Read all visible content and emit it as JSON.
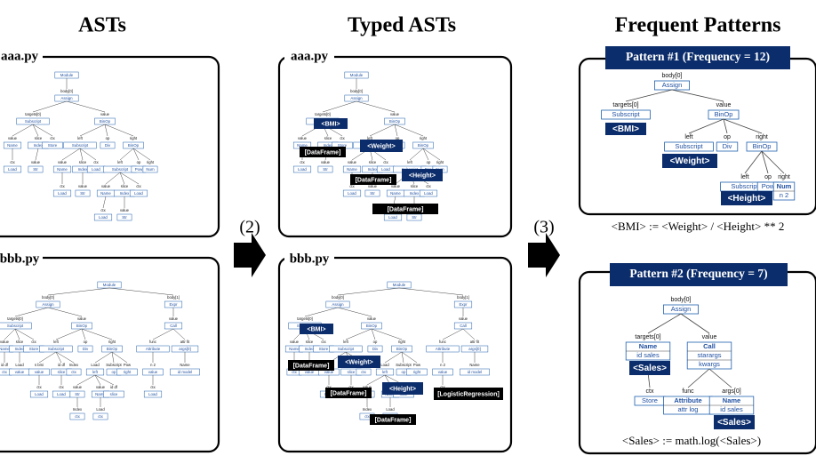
{
  "column_titles": [
    "ASTs",
    "Typed ASTs",
    "Frequent Patterns"
  ],
  "step_labels": [
    "(2)",
    "(3)"
  ],
  "files": [
    "aaa.py",
    "bbb.py"
  ],
  "typed_labels": {
    "aaa": [
      "<BMI>",
      "[DataFrame]",
      "<Weight>",
      "[DataFrame]",
      "<Height>",
      "[DataFrame]"
    ],
    "bbb": [
      "<BMI>",
      "[DataFrame]",
      "<Weight>",
      "[DataFrame]",
      "<Height>",
      "[LogisticRegression]",
      "[DataFrame]"
    ]
  },
  "ast_aaa": [
    "Module",
    "body[0]",
    "Assign",
    "targets[0]",
    "Subscript",
    "value",
    "BinOp",
    "value",
    "Name",
    "id df",
    "slice",
    "Index",
    "ctx",
    "Store",
    "left",
    "Subscript",
    "op",
    "Div",
    "right",
    "BinOp",
    "ctx",
    "Load",
    "value",
    "Str",
    "s 'bmi_BMI'",
    "value",
    "Name",
    "id df",
    "slice",
    "Index",
    "ctx",
    "Load",
    "left",
    "Subscript",
    "op",
    "Pow",
    "right",
    "Num",
    "n 2",
    "ctx",
    "Load",
    "value",
    "Str",
    "s 体重",
    "value",
    "Name",
    "id df",
    "slice",
    "Index",
    "ctx",
    "Load",
    "ctx",
    "Load",
    "value",
    "Str",
    "s 身長"
  ],
  "ast_bbb": [
    "Module",
    "body[0]",
    "Assign",
    "body[1]",
    "Expr",
    "targets[0]",
    "Subscript",
    "value",
    "BinOp",
    "value",
    "Call",
    "starargs",
    "kwargs",
    "value",
    "Name",
    "id df",
    "slice",
    "Index",
    "ctx",
    "Store",
    "left",
    "Subscript",
    "op",
    "Div",
    "right",
    "BinOp",
    "func",
    "Attribute",
    "attr fit",
    "args[0]",
    "Name",
    "id df",
    "ctx",
    "Load",
    "value",
    "Str",
    "s bmi",
    "value",
    "Name",
    "id df",
    "slice",
    "Index",
    "ctx",
    "Load",
    "left",
    "Subscript",
    "op",
    "Pow",
    "right",
    "Num",
    "n 2",
    "value",
    "Name",
    "id model",
    "ctx",
    "Load",
    "ctx",
    "Load",
    "ctx",
    "Load",
    "value",
    "Str",
    "s weight",
    "value",
    "Name",
    "id df",
    "slice",
    "Index",
    "ctx",
    "Load",
    "ctx",
    "Load",
    "value",
    "Str",
    "s height"
  ],
  "patterns": [
    {
      "title": "Pattern #1 (Frequency = 12)",
      "formula": "<BMI> := <Weight> / <Height> ** 2",
      "nodes": [
        "body[0]",
        "Assign",
        "targets[0]",
        "Subscript",
        "value",
        "BinOp",
        "left",
        "Subscript",
        "op",
        "Div",
        "right",
        "BinOp",
        "left",
        "Subscript",
        "op",
        "Pow",
        "right",
        "Num",
        "n 2"
      ],
      "labels": [
        "<BMI>",
        "<Weight>",
        "<Height>"
      ]
    },
    {
      "title": "Pattern #2 (Frequency = 7)",
      "formula": "<Sales> := math.log(<Sales>)",
      "nodes": [
        "body[0]",
        "Assign",
        "targets[0]",
        "Name",
        "id sales",
        "value",
        "Call",
        "starargs",
        "kwargs",
        "ctx",
        "Store",
        "func",
        "Attribute",
        "attr log",
        "args[0]",
        "Name",
        "id sales"
      ],
      "labels": [
        "<Sales>",
        "<Sales>"
      ]
    }
  ],
  "colors": {
    "navy": "#0c2d6b",
    "black": "#000000",
    "node_border": "#1f5fae",
    "node_text": "#1f4fa0"
  }
}
